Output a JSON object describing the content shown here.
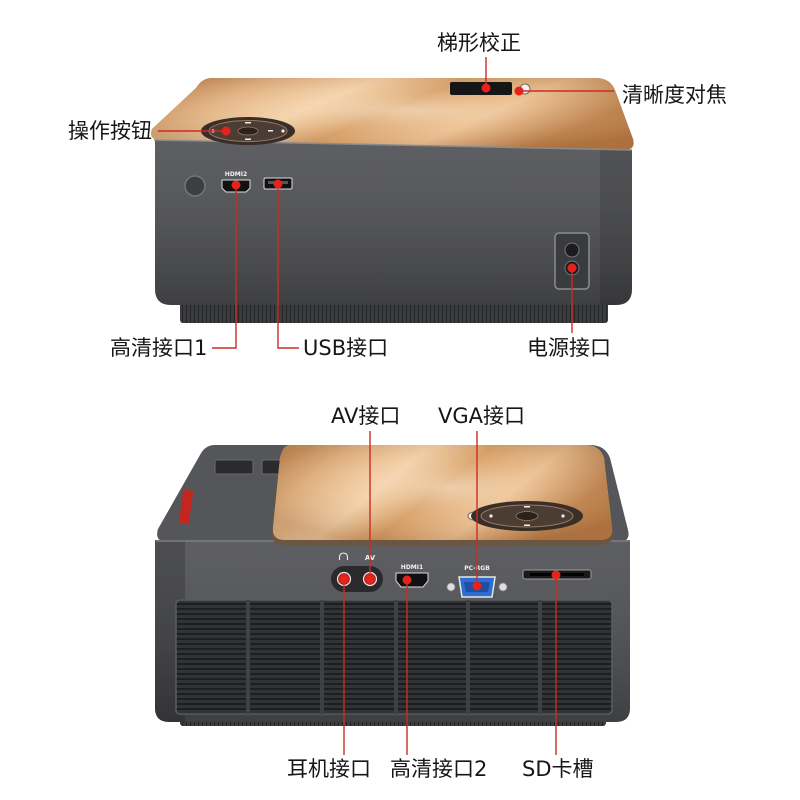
{
  "callouts": {
    "keystone": "梯形校正",
    "focus": "清晰度对焦",
    "control_buttons": "操作按钮",
    "hdmi_1": "高清接口1",
    "usb": "USB接口",
    "power": "电源接口",
    "av": "AV接口",
    "vga": "VGA接口",
    "headphone": "耳机接口",
    "hdmi_2": "高清接口2",
    "sd_slot": "SD卡槽"
  },
  "port_markings": {
    "top_hdmi": "HDMI2",
    "rear_hdmi": "HDMI1",
    "rear_vga": "PC-RGB",
    "rear_av": "AV"
  },
  "icons": {
    "headphone_jack": "headphone-icon",
    "brand_logo": "brand-logo"
  },
  "colors": {
    "marker": "#e3231c",
    "leader_line": "#cf2a25",
    "body": "#4c4d51",
    "top_panel": "#d9a36d",
    "vga_port": "#2e6cd1"
  }
}
